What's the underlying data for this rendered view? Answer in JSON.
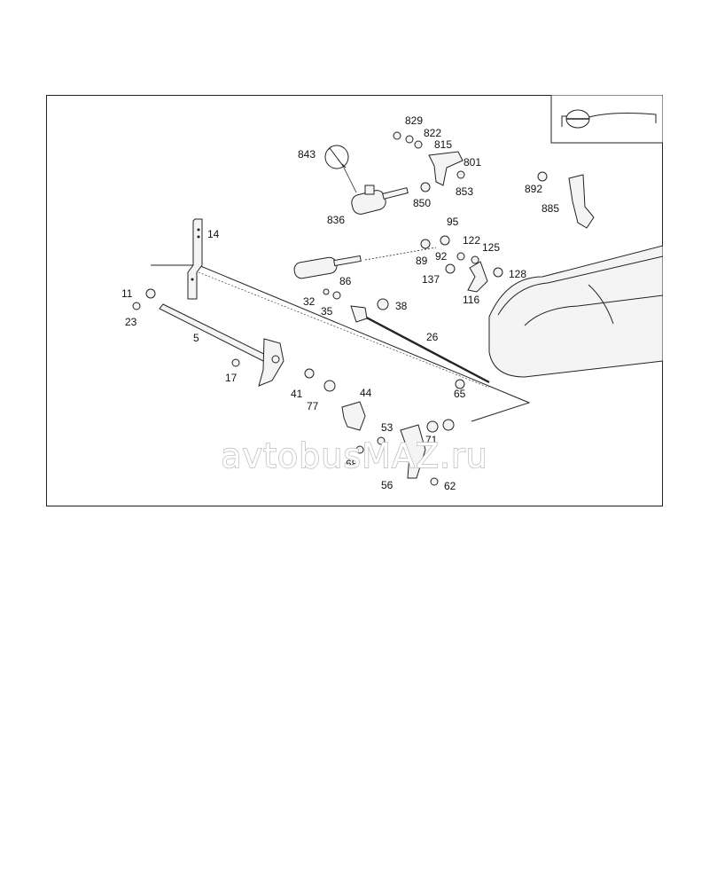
{
  "diagram": {
    "inset_icon": "steering-wheel-icon",
    "watermark": "avtobusMAZ.ru",
    "part_labels": {
      "p829": "829",
      "p822": "822",
      "p815": "815",
      "p801": "801",
      "p853": "853",
      "p843": "843",
      "p836": "836",
      "p850": "850",
      "p892": "892",
      "p885": "885",
      "p14": "14",
      "p95": "95",
      "p89": "89",
      "p92": "92",
      "p122": "122",
      "p125": "125",
      "p86": "86",
      "p137": "137",
      "p128": "128",
      "p116": "116",
      "p11": "11",
      "p23": "23",
      "p32": "32",
      "p35": "35",
      "p38": "38",
      "p5": "5",
      "p26": "26",
      "p17": "17",
      "p41": "41",
      "p77": "77",
      "p44": "44",
      "p65": "65",
      "p53": "53",
      "p71": "71",
      "p68": "68",
      "p56": "56",
      "p62": "62"
    }
  }
}
